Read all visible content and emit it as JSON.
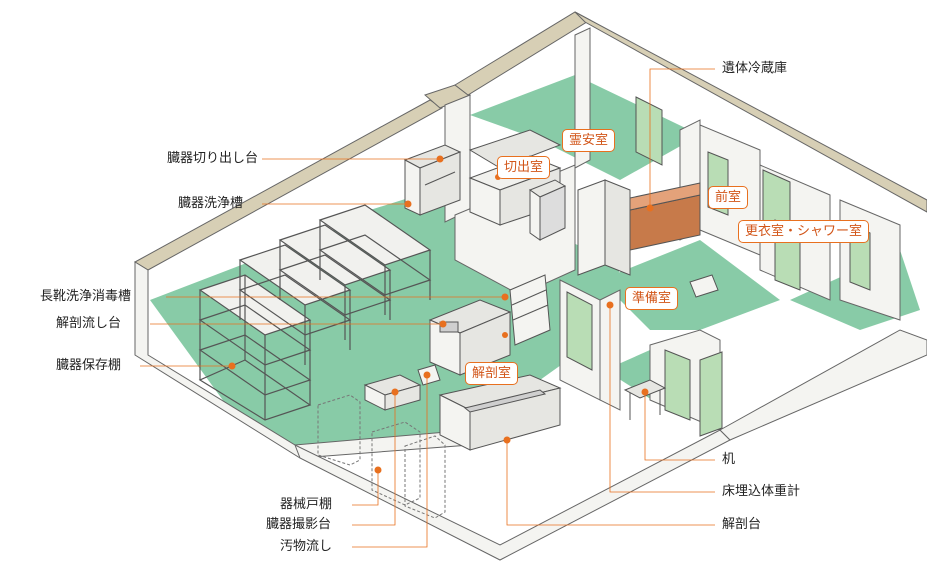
{
  "rooms": {
    "reian": "霊安室",
    "kiridashi": "切出室",
    "zenshitsu": "前室",
    "koui": "更衣室・シャワー室",
    "junbi": "準備室",
    "kaibou": "解剖室"
  },
  "callouts": {
    "itai_reizouko": "遺体冷蔵庫",
    "zouki_kiridashi": "臓器切り出し台",
    "zouki_senjou": "臓器洗浄槽",
    "nagagutsu": "長靴洗浄消毒槽",
    "kaibou_nagashi": "解剖流し台",
    "zouki_hozon": "臓器保存棚",
    "tsukue": "机",
    "yuka_taijuu": "床埋込体重計",
    "kaibou_dai": "解剖台",
    "kikai_todana": "器械戸棚",
    "zouki_satsuei": "臓器撮影台",
    "obutsu": "汚物流し"
  },
  "colors": {
    "floor": "#88cba7",
    "floor_dark": "#6fb993",
    "wall_top": "#d7cfb5",
    "wall_side": "#f4f4f1",
    "line": "#555555",
    "accent": "#e8701f",
    "door": "#b9ddb5",
    "cabinet": "#c77a4a"
  }
}
